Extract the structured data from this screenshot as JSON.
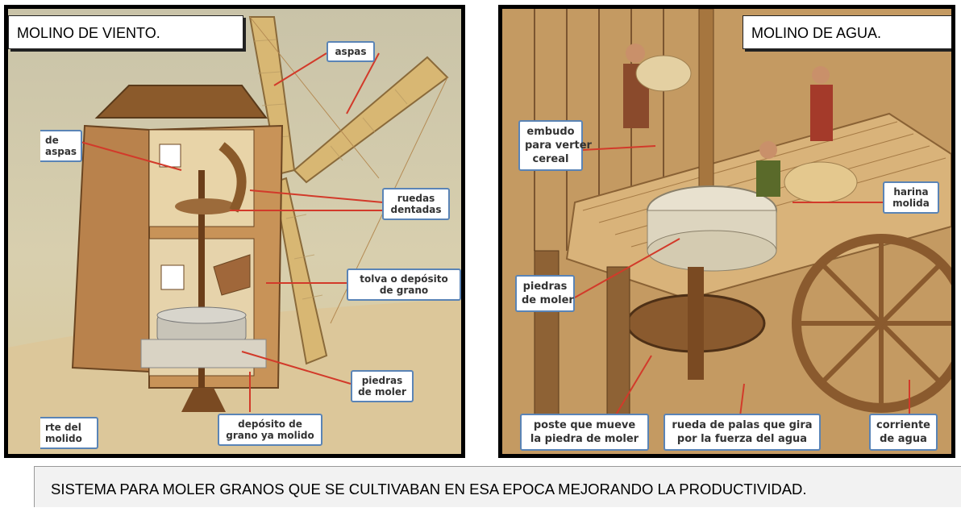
{
  "windmill": {
    "title": "MOLINO  DE  VIENTO.",
    "labels": {
      "aspas": "aspas",
      "eje": "de\naspas",
      "ruedas": "ruedas\ndentadas",
      "tolva": "tolva o depósito\nde grano",
      "piedras": "piedras\nde moler",
      "deposito": "depósito de\ngrano ya molido",
      "transporte": "rte del\nmolido"
    }
  },
  "watermill": {
    "title": "MOLINO DE AGUA.",
    "labels": {
      "embudo": "embudo\npara verter\ncereal",
      "harina": "harina\nmolida",
      "piedras": "piedras\nde moler",
      "poste": "poste que mueve\nla piedra de moler",
      "rueda": "rueda de palas que gira\npor la fuerza del agua",
      "corriente": "corriente\nde agua"
    }
  },
  "caption": "SISTEMA PARA MOLER GRANOS QUE SE  CULTIVABAN EN ESA EPOCA MEJORANDO LA PRODUCTIVIDAD.",
  "colors": {
    "label_border": "#5a84b6",
    "wood": "#a0673a",
    "leader": "#d23a2a"
  }
}
